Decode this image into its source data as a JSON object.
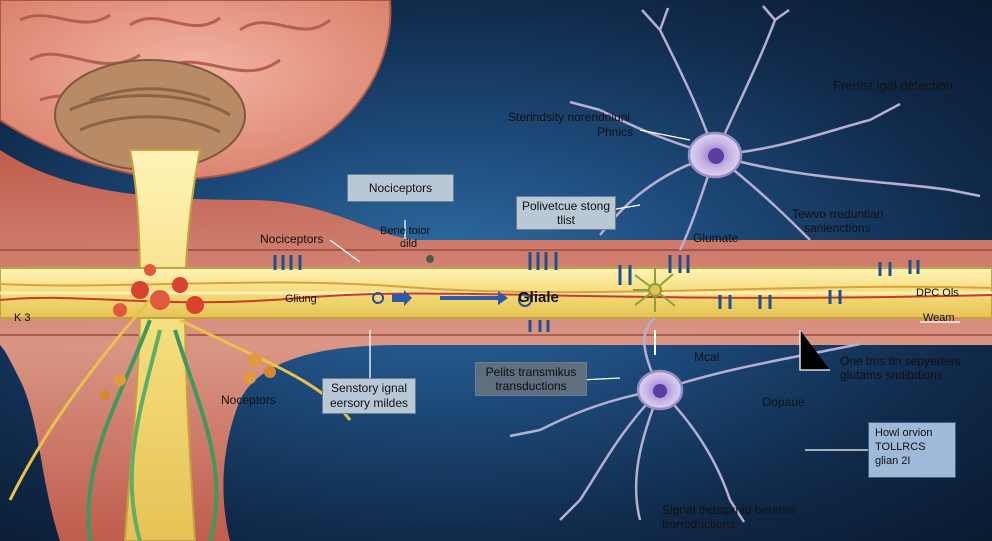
{
  "labels": {
    "top_right_title": "Frenist igal detection",
    "neuron_top_line1": "Sterindsity norendniuni",
    "neuron_top_line2": "Phnics",
    "nociceptors_box": "Nociceptors",
    "nociceptors_left": "Nociceptors",
    "bene_line1": "Bene toior",
    "bene_line2": "dild",
    "polivetcue_line1": "Polivetcue stong",
    "polivetcue_line2": "tlist",
    "glumate": "Glumate",
    "tewvo_line1": "Tewvo rreduntian",
    "tewvo_line2": "sanienctions",
    "gliung": "Gliung",
    "gliale": "Gliale",
    "dpc": "DPC Ols",
    "weam": "Weam",
    "pelts_line1": "Pelits transmikus",
    "pelts_line2": "transductions",
    "mcal": "Mcal",
    "one_line1": "One tms tin sepyerters",
    "one_line2": "glutams sridibdions",
    "sensory_line1": "Senstory ignal",
    "sensory_line2": "eersory mildes",
    "nociceptors_bottom": "Noceptors",
    "opaue": "Oopaue",
    "signal_line1": "Signal mdstprnid berante",
    "signal_line2": "trorroductions",
    "left_markers": "K 3"
  },
  "legend": {
    "line1": "Howl orvion",
    "line2": "TOLLRCS",
    "line3": "glian 2I"
  },
  "colors": {
    "background": "#1d4a7a",
    "tissue": "#e08a78",
    "nerve": "#f2e08a",
    "label_box": "#b9c8d6"
  }
}
